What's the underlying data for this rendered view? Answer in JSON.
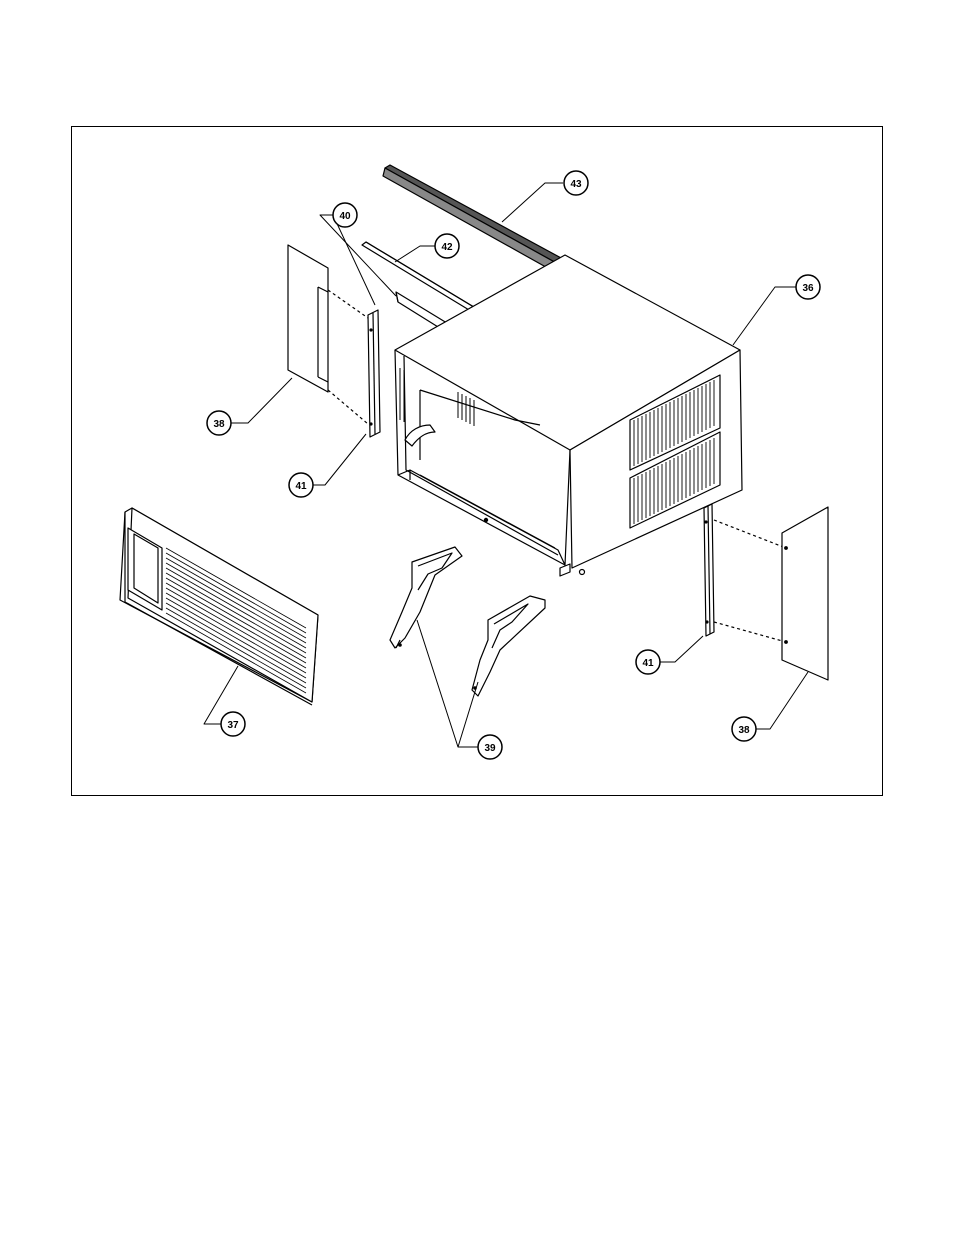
{
  "diagram": {
    "parts": [
      "36",
      "37",
      "38",
      "39",
      "40",
      "41",
      "42",
      "43"
    ],
    "callouts": {
      "c36": "36",
      "c37": "37",
      "c38_left": "38",
      "c38_right": "38",
      "c39": "39",
      "c40": "40",
      "c41_left": "41",
      "c41_right": "41",
      "c42": "42",
      "c43": "43"
    }
  }
}
